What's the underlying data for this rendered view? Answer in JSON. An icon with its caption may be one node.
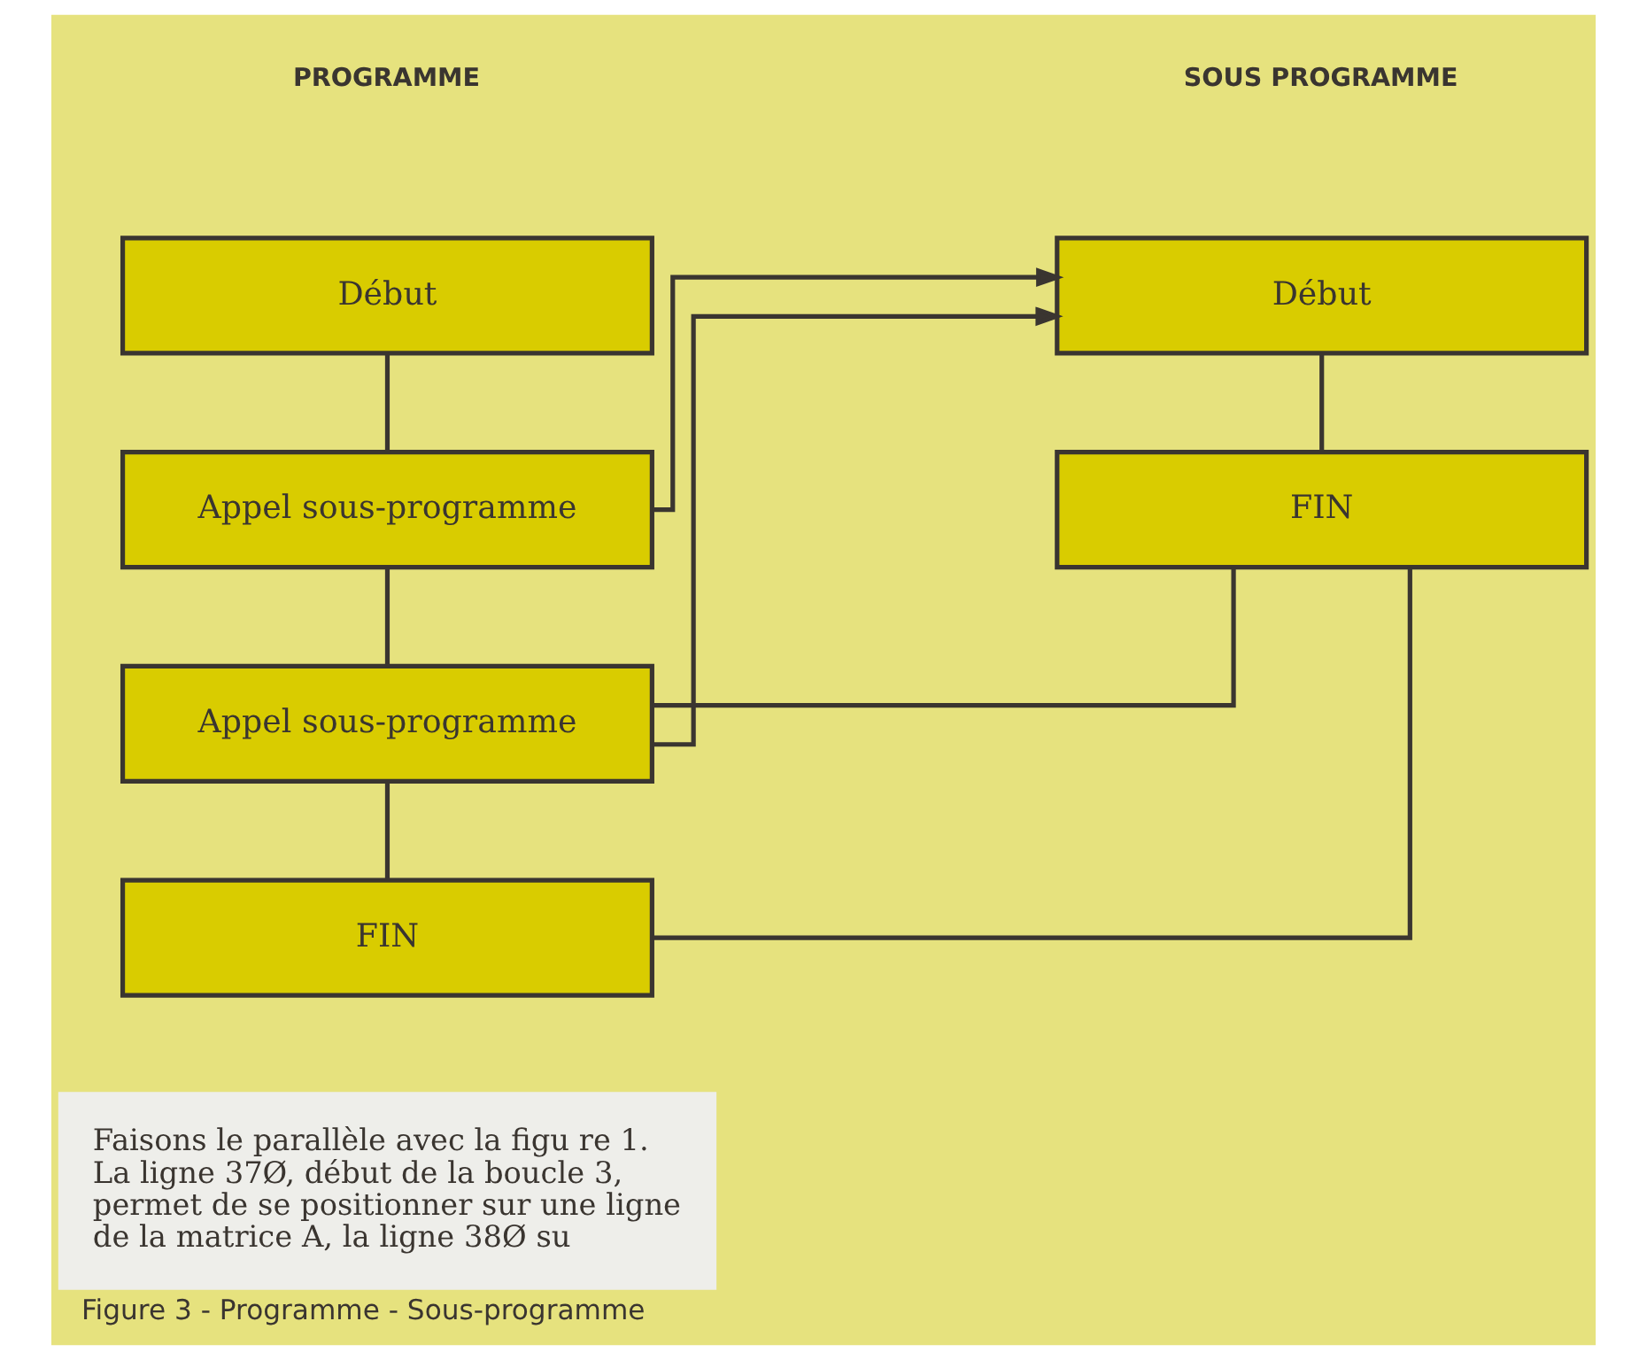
{
  "diagram": {
    "caption": "Figure 3 - Programme - Sous-programme",
    "nodes": [
      {
        "text": [
          "Début"
        ]
      },
      {
        "text": [
          "Appel sous-programme"
        ]
      },
      {
        "text": [
          "Appel sous-programme"
        ]
      },
      {
        "text": [
          "FIN"
        ]
      },
      {
        "text": [
          "Début"
        ]
      },
      {
        "text": [
          "FIN"
        ]
      }
    ],
    "edges": [
      {
        "from": 0,
        "to": 1,
        "arrow": "none"
      },
      {
        "from": 1,
        "to": 2,
        "arrow": "none"
      },
      {
        "from": 2,
        "to": 3,
        "arrow": "none"
      },
      {
        "from": 4,
        "to": 5,
        "arrow": "none"
      },
      {
        "from": 1,
        "to": 4,
        "arrow": "to"
      },
      {
        "from": 5,
        "to": 2,
        "arrow": "none"
      },
      {
        "from": 2,
        "to": 4,
        "arrow": "to"
      },
      {
        "from": 5,
        "to": 3,
        "arrow": "none"
      }
    ],
    "labels": [
      "PROGRAMME",
      "SOUS PROGRAMME",
      "Faisons le parallèle avec la figu re 1. La ligne 37Ø, début de la boucle 3, permet de se positionner sur une ligne de la matrice A, la ligne 38Ø su"
    ]
  }
}
